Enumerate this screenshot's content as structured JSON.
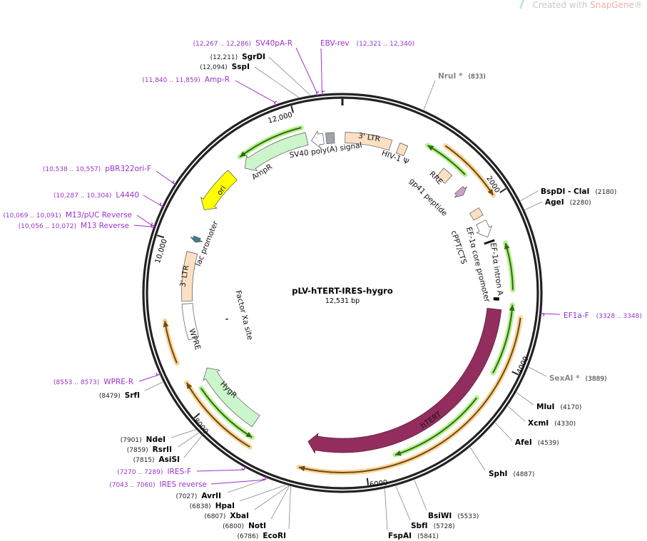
{
  "watermark": {
    "prefix": "Created with ",
    "brand": "SnapGene",
    "suffix": "®"
  },
  "plasmid": {
    "name": "pLV-hTERT-IRES-hygro",
    "length": 12531,
    "length_label": "12,531 bp"
  },
  "colors": {
    "backbone": "#222222",
    "primer": "#9933cc",
    "hTERT": "#922d5e",
    "marker_green": "#ccf5cc",
    "ltr": "#fde0c4",
    "ori": "#ffff00",
    "orf_green": "#2f6b12",
    "orf_green_glow": "#b6f08c",
    "orf_orange": "#6b4a14",
    "orf_orange_glow": "#fcd394"
  },
  "ticks": [
    {
      "pos": 2000,
      "label": "2000"
    },
    {
      "pos": 4000,
      "label": "4000"
    },
    {
      "pos": 6000,
      "label": "6000"
    },
    {
      "pos": 8000,
      "label": "8000"
    },
    {
      "pos": 10000,
      "label": "10,000"
    },
    {
      "pos": 12000,
      "label": "12,000"
    }
  ],
  "features": [
    {
      "name": "3' LTR",
      "start": 35,
      "end": 627,
      "strand": 0,
      "color": "#fde0c4"
    },
    {
      "name": "HIV-1 Ψ",
      "start": 731,
      "end": 835,
      "strand": 0,
      "color": "#fde0c4"
    },
    {
      "name": "RRE",
      "start": 1358,
      "end": 1497,
      "strand": 0,
      "color": "#fde0c4"
    },
    {
      "name": "gp41 peptide",
      "start": 1688,
      "end": 1775,
      "strand": 1,
      "color": "#c9a3c4"
    },
    {
      "name": "cPPT/CTS",
      "start": 2019,
      "end": 2123,
      "strand": 0,
      "color": "#fde0c4"
    },
    {
      "name": "EF-1α core promoter",
      "start": 2193,
      "end": 2402,
      "strand": 1,
      "color": "#ffffff"
    },
    {
      "name": "EF-1α intron A",
      "start": 2455,
      "end": 2478,
      "strand": 0,
      "color": "#000000"
    },
    {
      "name": "hTERT",
      "start": 3342,
      "end": 6718,
      "strand": 1,
      "color": "#922d5e"
    },
    {
      "name": "HygR",
      "start": 7449,
      "end": 8389,
      "strand": 1,
      "color": "#ccf5cc"
    },
    {
      "name": "WPRE",
      "start": 8807,
      "end": 9260,
      "strand": 0,
      "color": "#ffffff"
    },
    {
      "name": "Factor Xa site",
      "start": 8946,
      "end": 8960,
      "strand": 0,
      "color": "#555555"
    },
    {
      "name": "3' LTR",
      "start": 9294,
      "end": 9921,
      "strand": 0,
      "color": "#fde0c4"
    },
    {
      "name": "lac promoter",
      "start": 10060,
      "end": 10130,
      "strand": -1,
      "color": "#3f7f86"
    },
    {
      "name": "ori",
      "start": 10478,
      "end": 11035,
      "strand": -1,
      "color": "#ffff00"
    },
    {
      "name": "AmpR",
      "start": 11209,
      "end": 12079,
      "strand": -1,
      "color": "#ccf5cc"
    },
    {
      "name": "SV40 poly(A) signal",
      "start": 12131,
      "end": 12288,
      "strand": -1,
      "color": "#ffffff"
    },
    {
      "start": 12323,
      "end": 12427,
      "strand": 0,
      "color": "#a0a4ac"
    }
  ],
  "orfs": [
    {
      "start": 11244,
      "end": 12044,
      "strand": -1,
      "kind": "green"
    },
    {
      "start": 1044,
      "end": 1601,
      "strand": -1,
      "kind": "green"
    },
    {
      "start": 1218,
      "end": 1984,
      "strand": 1,
      "kind": "orange"
    },
    {
      "start": 2541,
      "end": 3098,
      "strand": -1,
      "kind": "green"
    },
    {
      "start": 3272,
      "end": 4108,
      "strand": -1,
      "kind": "green"
    },
    {
      "start": 3411,
      "end": 6753,
      "strand": 1,
      "kind": "orange"
    },
    {
      "start": 4456,
      "end": 5639,
      "strand": 1,
      "kind": "green"
    },
    {
      "start": 7380,
      "end": 8215,
      "strand": -1,
      "kind": "green"
    },
    {
      "start": 7345,
      "end": 8354,
      "strand": 1,
      "kind": "orange"
    },
    {
      "start": 8598,
      "end": 9085,
      "strand": 1,
      "kind": "orange"
    }
  ],
  "sites": [
    {
      "name": "NruI *",
      "position": 833,
      "label": "(833)",
      "unique": false
    },
    {
      "name": "BspDI  - ClaI",
      "position": 2180,
      "label": "(2180)",
      "unique": true
    },
    {
      "name": "AgeI",
      "position": 2280,
      "label": "(2280)",
      "unique": true
    },
    {
      "name": "SexAI *",
      "position": 3889,
      "label": "(3889)",
      "unique": false
    },
    {
      "name": "MluI",
      "position": 4170,
      "label": "(4170)",
      "unique": true
    },
    {
      "name": "XcmI",
      "position": 4330,
      "label": "(4330)",
      "unique": true
    },
    {
      "name": "AfeI",
      "position": 4539,
      "label": "(4539)",
      "unique": true
    },
    {
      "name": "SphI",
      "position": 4887,
      "label": "(4887)",
      "unique": true
    },
    {
      "name": "BsiWI",
      "position": 5533,
      "label": "(5533)",
      "unique": true
    },
    {
      "name": "SbfI",
      "position": 5728,
      "label": "(5728)",
      "unique": true
    },
    {
      "name": "FspAI",
      "position": 5841,
      "label": "(5841)",
      "unique": true
    },
    {
      "name": "EcoRI",
      "position": 6786,
      "label": "(6786)",
      "unique": true
    },
    {
      "name": "NotI",
      "position": 6800,
      "label": "(6800)",
      "unique": true
    },
    {
      "name": "XbaI",
      "position": 6807,
      "label": "(6807)",
      "unique": true
    },
    {
      "name": "HpaI",
      "position": 6838,
      "label": "(6838)",
      "unique": true
    },
    {
      "name": "AvrII",
      "position": 7027,
      "label": "(7027)",
      "unique": true
    },
    {
      "name": "AsiSI",
      "position": 7815,
      "label": "(7815)",
      "unique": true
    },
    {
      "name": "RsrII",
      "position": 7859,
      "label": "(7859)",
      "unique": true
    },
    {
      "name": "NdeI",
      "position": 7901,
      "label": "(7901)",
      "unique": true
    },
    {
      "name": "SrfI",
      "position": 8479,
      "label": "(8479)",
      "unique": true
    },
    {
      "name": "SspI",
      "position": 12094,
      "label": "(12,094)",
      "unique": true
    },
    {
      "name": "SgrDI",
      "position": 12211,
      "label": "(12,211)",
      "unique": true
    }
  ],
  "primers": [
    {
      "name": "EF1a-F",
      "start": 3328,
      "end": 3348,
      "label": "(3328 .. 3348)"
    },
    {
      "name": "IRES reverse",
      "start": 7043,
      "end": 7060,
      "label": "(7043 .. 7060)"
    },
    {
      "name": "IRES-F",
      "start": 7270,
      "end": 7289,
      "label": "(7270 .. 7289)"
    },
    {
      "name": "WPRE-R",
      "start": 8553,
      "end": 8573,
      "label": "(8553 .. 8573)"
    },
    {
      "name": "M13 Reverse",
      "start": 10056,
      "end": 10072,
      "label": "(10,056 .. 10,072)"
    },
    {
      "name": "M13/pUC Reverse",
      "start": 10069,
      "end": 10091,
      "label": "(10,069 .. 10,091)"
    },
    {
      "name": "L4440",
      "start": 10287,
      "end": 10304,
      "label": "(10,287 .. 10,304)"
    },
    {
      "name": "pBR322ori-F",
      "start": 10538,
      "end": 10557,
      "label": "(10,538 .. 10,557)"
    },
    {
      "name": "Amp-R",
      "start": 11840,
      "end": 11859,
      "label": "(11,840 .. 11,859)"
    },
    {
      "name": "SV40pA-R",
      "start": 12267,
      "end": 12286,
      "label": "(12,267 .. 12,286)"
    },
    {
      "name": "EBV-rev",
      "start": 12321,
      "end": 12340,
      "label": "(12,321 .. 12,340)"
    }
  ]
}
